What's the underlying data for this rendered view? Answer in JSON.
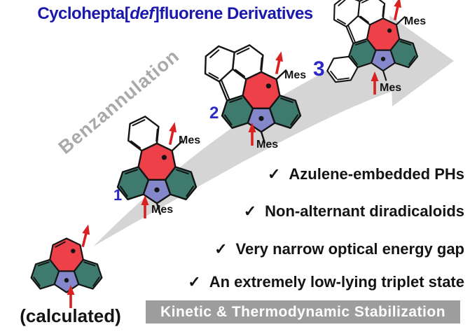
{
  "title": {
    "prefix": "Cyclohepta[",
    "italic": "def",
    "suffix": "]fluorene Derivatives"
  },
  "process_arrow": {
    "label": "Benzannulation"
  },
  "molecules": {
    "calculated_label": "(calculated)",
    "mes": "Mes",
    "compound_1": "1",
    "compound_2": "2",
    "compound_3": "3"
  },
  "checklist": {
    "check_glyph": "✓",
    "items": [
      "Azulene-embedded PHs",
      "Non-alternant diradicaloids",
      "Very narrow optical energy gap",
      "An extremely low-lying triplet state"
    ]
  },
  "banner": {
    "text": "Kinetic & Thermodynamic Stabilization"
  },
  "colors": {
    "background": "#ffffff",
    "title_blue": "#1a18ad",
    "number_blue": "#2a28c8",
    "ring_red": "#ee4049",
    "ring_teal": "#3e7a6e",
    "ring_purple": "#8487c9",
    "ring_white": "#ffffff",
    "bond_black": "#141414",
    "spin_arrow_red": "#d92121",
    "swoosh_gray": "#d5d5d5",
    "benzannulation_gray": "#a9a9a9",
    "banner_gray": "#9d9d9d",
    "banner_text_white": "#ffffff",
    "check_black": "#141414"
  }
}
